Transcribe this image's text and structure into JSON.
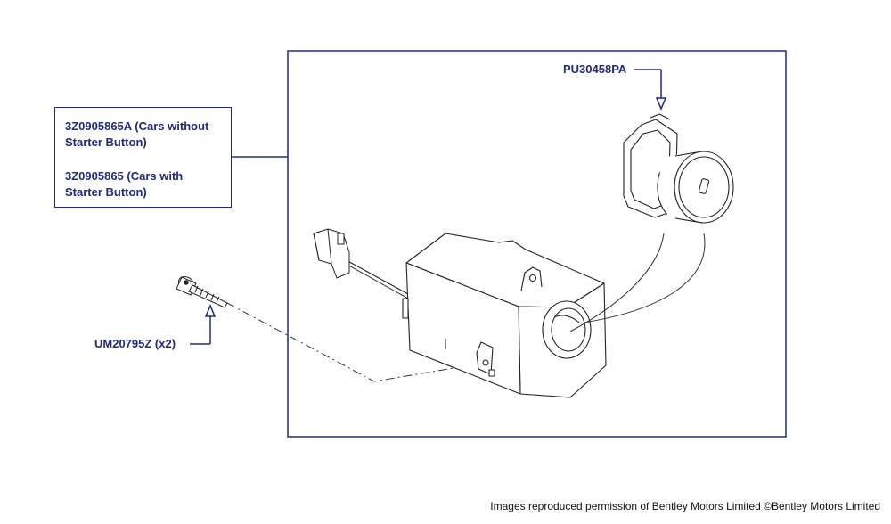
{
  "parts": {
    "lock_housing": {
      "label_line_1": "3Z0905865A (Cars without",
      "label_line_2": "Starter Button)",
      "label_line_3": "3Z0905865 (Cars with",
      "label_line_4": "Starter Button)"
    },
    "lock_barrel": {
      "part_number": "PU30458PA"
    },
    "screw": {
      "part_number": "UM20795Z (x2)"
    }
  },
  "footer": {
    "credit": "Images reproduced permission of Bentley Motors Limited ©Bentley Motors Limited"
  },
  "colors": {
    "callout": "#1f2a80",
    "drawing": "#222222"
  }
}
